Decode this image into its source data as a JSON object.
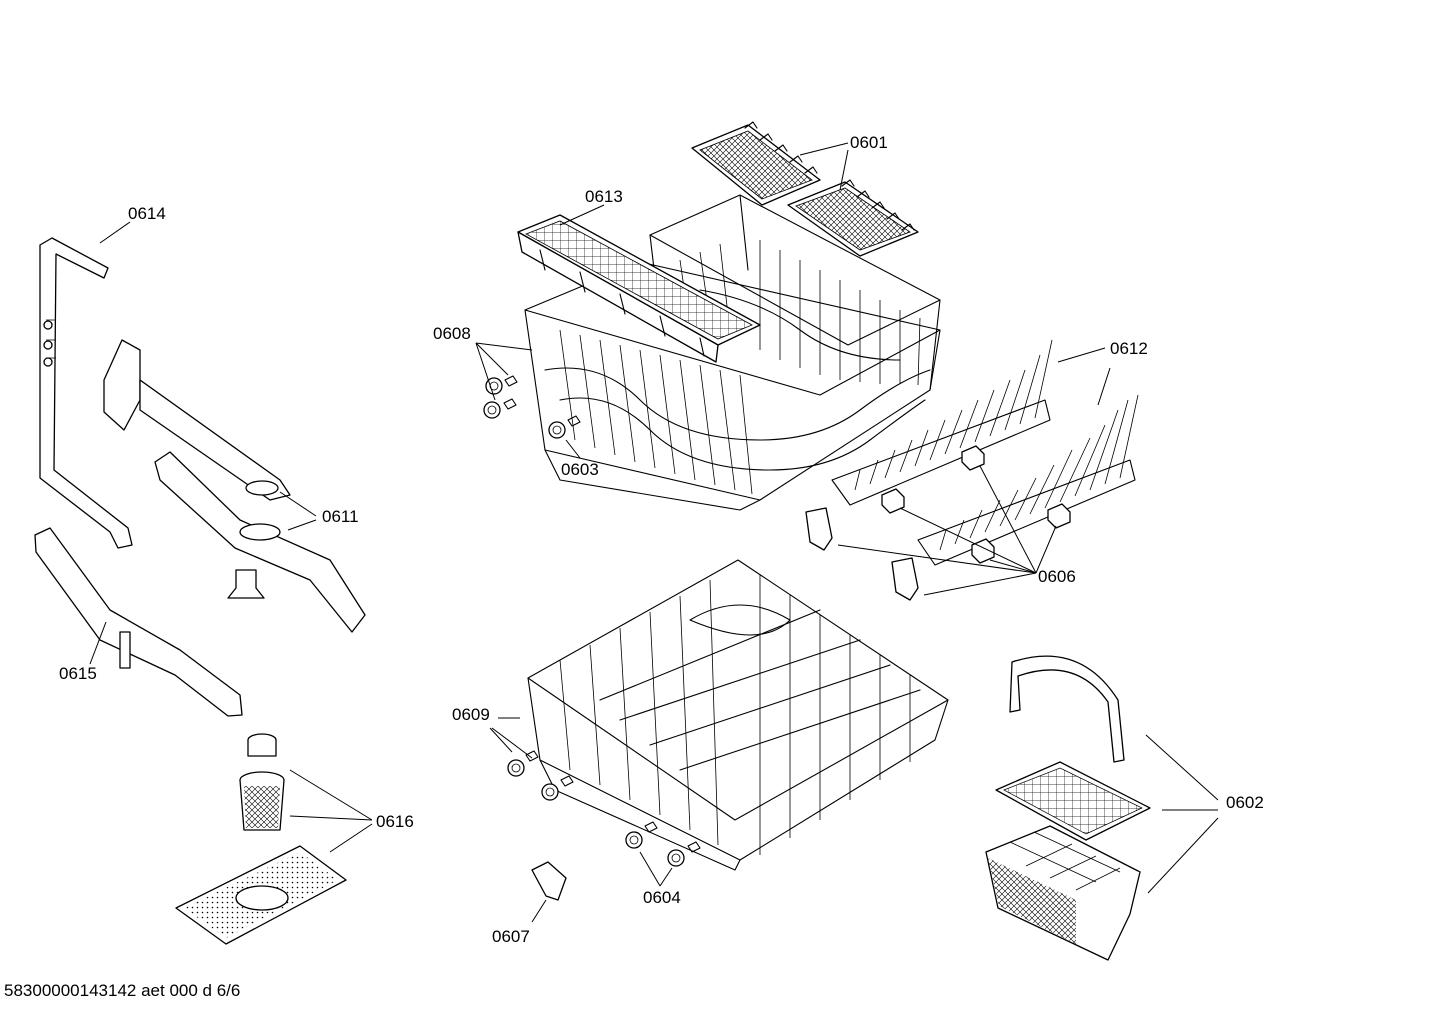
{
  "callouts": {
    "c0601": "0601",
    "c0613": "0613",
    "c0614": "0614",
    "c0608": "0608",
    "c0612": "0612",
    "c0603": "0603",
    "c0611": "0611",
    "c0606": "0606",
    "c0615": "0615",
    "c0609": "0609",
    "c0602": "0602",
    "c0616": "0616",
    "c0604": "0604",
    "c0607": "0607"
  },
  "footer": "58300000143142 aet 000 d 6/6"
}
